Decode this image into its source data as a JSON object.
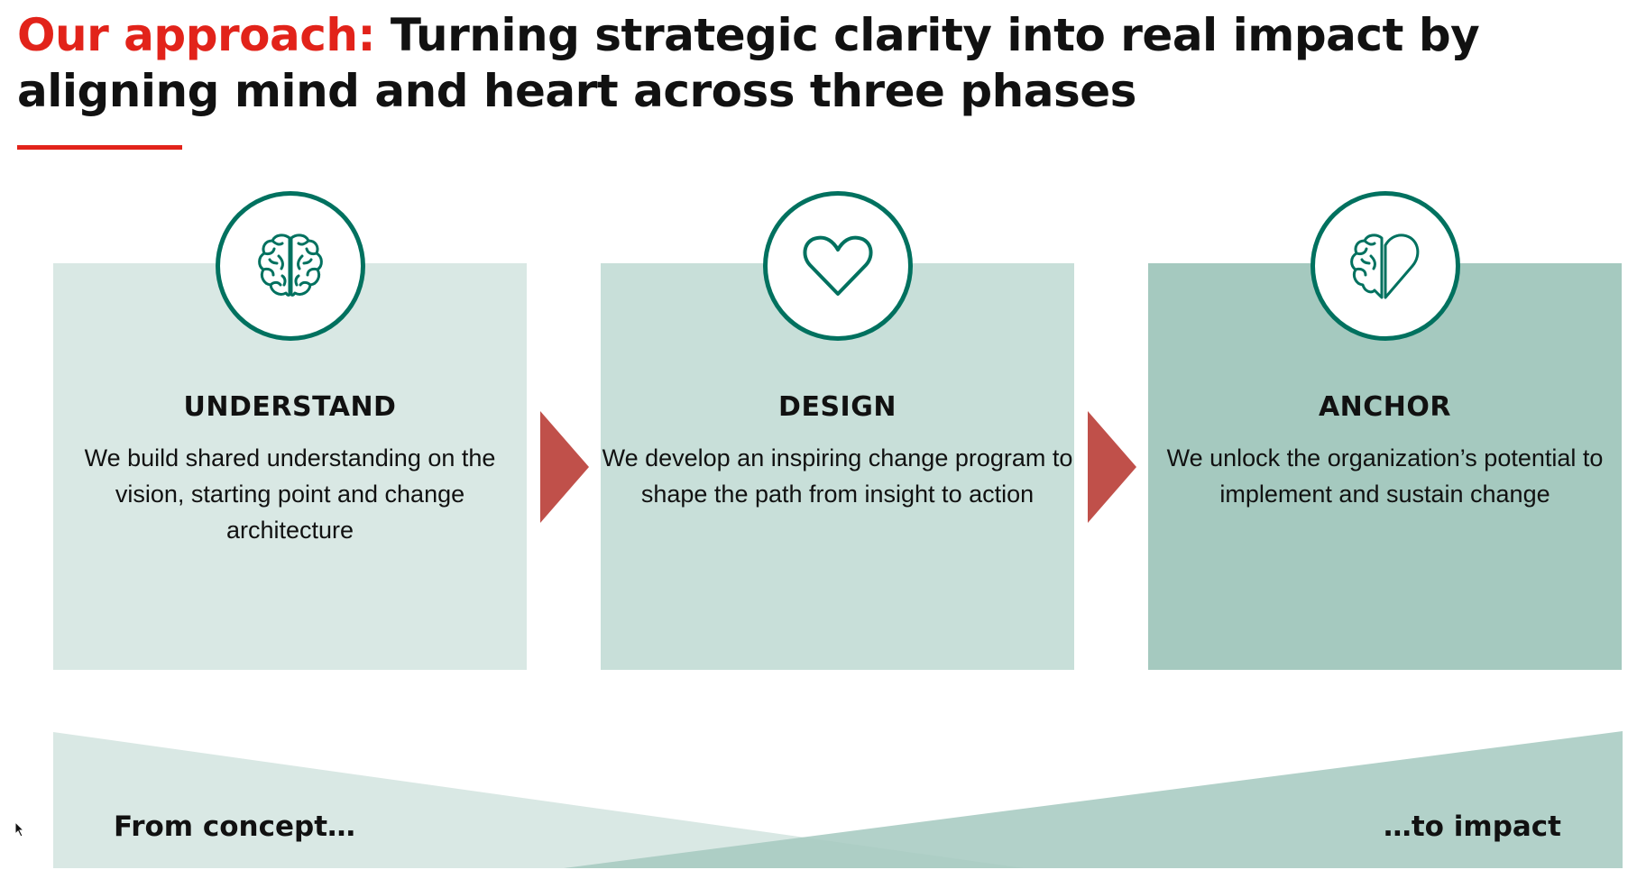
{
  "header": {
    "title_accent": "Our approach:",
    "title_rest": "Turning strategic clarity into real impact by aligning mind and heart across three phases"
  },
  "phases": [
    {
      "heading": "UNDERSTAND",
      "body": "We build shared understanding on the vision, starting point and change architecture",
      "icon": "brain-icon",
      "color": "#d9e8e4"
    },
    {
      "heading": "DESIGN",
      "body": "We develop an inspiring change program to shape the path from insight to action",
      "icon": "heart-icon",
      "color": "#c8dfd9"
    },
    {
      "heading": "ANCHOR",
      "body": "We unlock the organization’s potential to implement and sustain change",
      "icon": "brain-heart-icon",
      "color": "#a5c9bf"
    }
  ],
  "band": {
    "left_label": "From concept…",
    "right_label": "…to impact"
  },
  "colors": {
    "accent": "#e2231a",
    "icon_stroke": "#00715f",
    "chevron": "#c0504a"
  }
}
